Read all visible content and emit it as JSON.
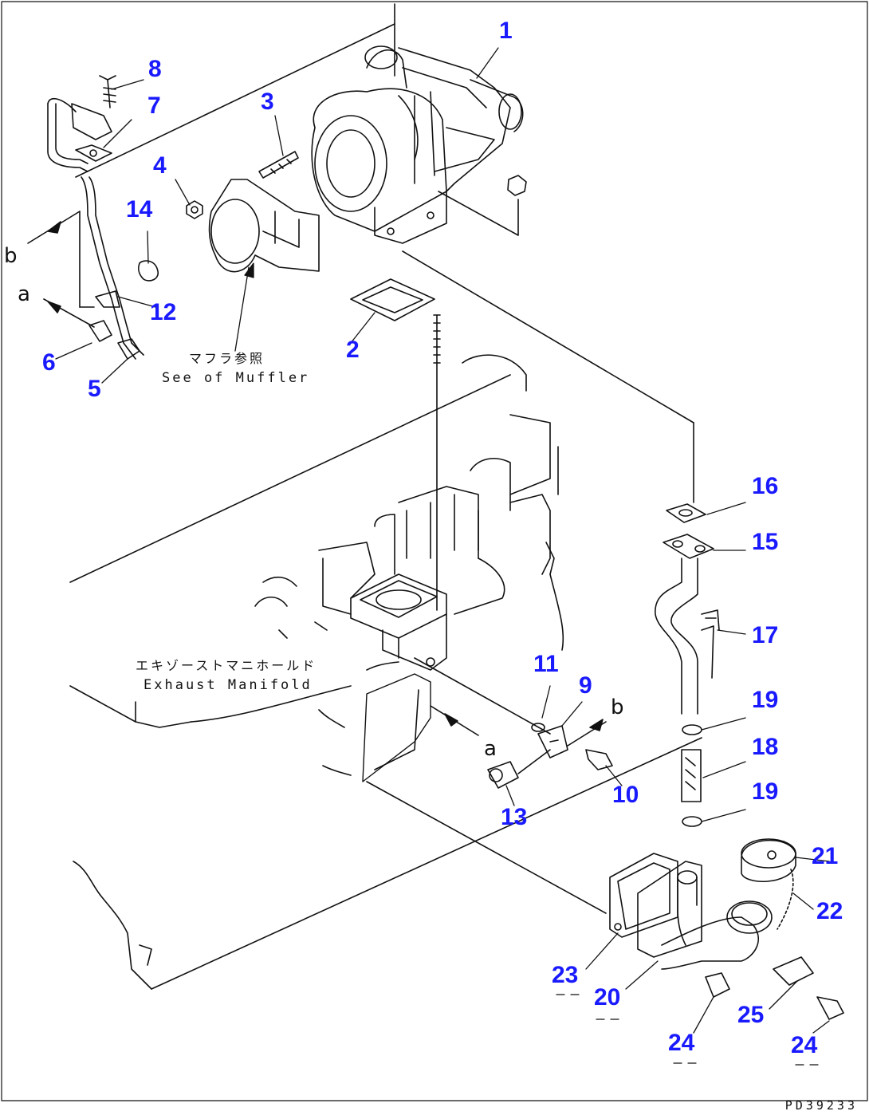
{
  "callouts": [
    "1",
    "2",
    "3",
    "4",
    "5",
    "6",
    "7",
    "8",
    "9",
    "10",
    "11",
    "12",
    "13",
    "14",
    "15",
    "16",
    "17",
    "18",
    "19",
    "19",
    "20",
    "21",
    "22",
    "23",
    "24",
    "24",
    "25"
  ],
  "letters": {
    "b_left": "b",
    "a_left": "a",
    "a_center": "a",
    "b_center": "b"
  },
  "notes": {
    "muffler_jp": "マフラ参照",
    "muffler_en": "See of Muffler",
    "manifold_jp": "エキゾーストマニホールド",
    "manifold_en": "Exhaust Manifold"
  },
  "drawing_id": "PD39233",
  "colors": {
    "callout": "#1a1aff",
    "line": "#111111",
    "background": "#ffffff"
  }
}
